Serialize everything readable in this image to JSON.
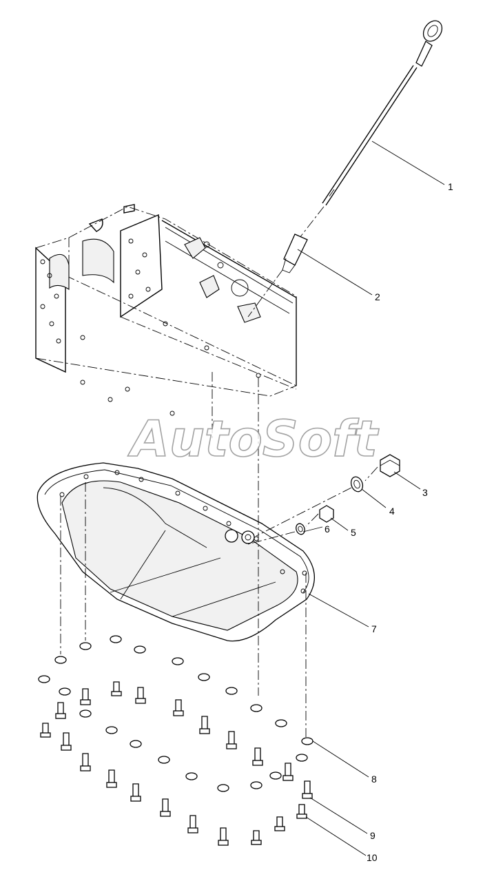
{
  "watermark": "AutoSoft",
  "callouts": {
    "c1": "1",
    "c2": "2",
    "c3": "3",
    "c4": "4",
    "c5": "5",
    "c6": "6",
    "c7": "7",
    "c8": "8",
    "c9": "9",
    "c10": "10"
  },
  "colors": {
    "line": "#000000",
    "background": "#ffffff",
    "watermark_outline": "#8c8c8c"
  }
}
